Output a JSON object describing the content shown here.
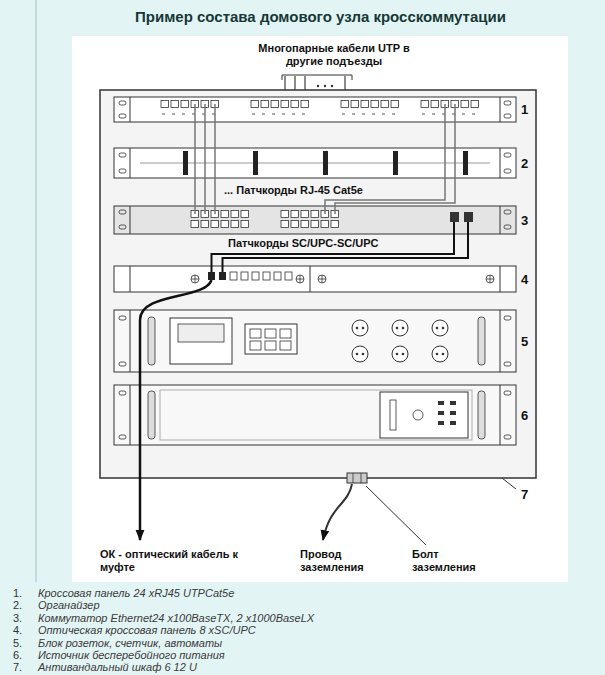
{
  "diagram": {
    "title": "Пример состава домового узла кросскоммутации",
    "labels": [
      "Многопарные кабели UTP в другие подъезды",
      "1",
      "2",
      "... Патчкорды RJ-45 Cat5e",
      "3",
      "Патчкорды SC/UPC-SC/UPC",
      "4",
      "5",
      "6",
      "7",
      "ОК - оптический кабель к муфте",
      "Провод заземления",
      "Болт заземления",
      "1.",
      "Кроссовая панель 24 xRJ45 UTPCat5e",
      "2.",
      "Органайзер",
      "3.",
      "Коммутатор Ethernet24 x100BaseTX, 2 x1000BaseLX",
      "4.",
      "Оптическая кроссовая панель 8 xSC/UPC",
      "5.",
      "Блок розеток, счетчик, автоматы",
      "6.",
      "Источник бесперебойного питания",
      "7.",
      "Антивандальный шкаф 6 12 U"
    ]
  }
}
